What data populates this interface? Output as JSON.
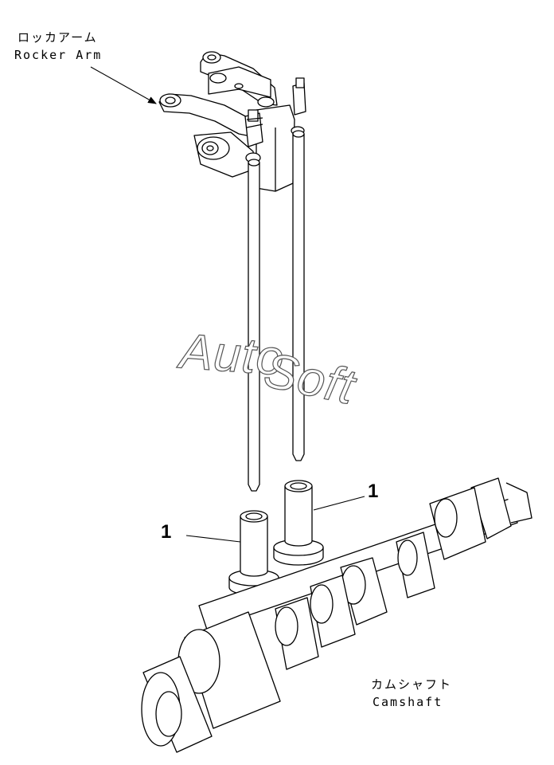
{
  "labels": {
    "rocker_arm_jp": "ロッカアーム",
    "rocker_arm_en": "Rocker Arm",
    "camshaft_jp": "カムシャフト",
    "camshaft_en": "Camshaft"
  },
  "callouts": {
    "tappet_right": "1",
    "tappet_left": "1"
  },
  "watermark": {
    "part1": "Auto",
    "part2": "Soft"
  },
  "colors": {
    "line": "#000000",
    "background": "#ffffff"
  }
}
